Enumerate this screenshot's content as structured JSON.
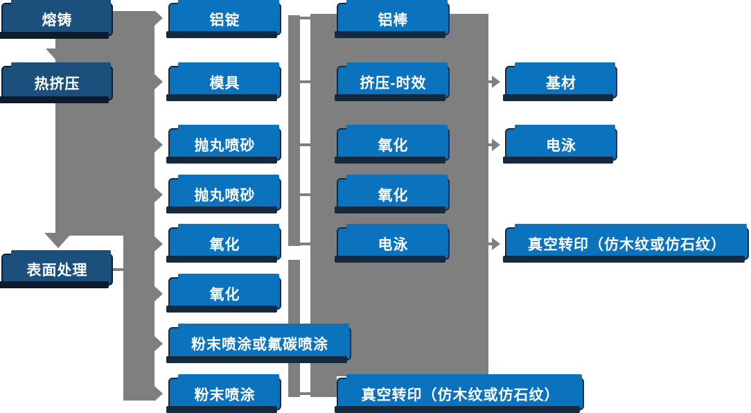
{
  "diagram_type": "aluminium-profile-process-flowchart",
  "colors": {
    "node_fill": "#0b72bd",
    "stage_fill": "#1b4f7c",
    "node_border": "#152a3e",
    "connector_gray": "#7f7f7f",
    "text": "#ffffff",
    "background": "#ffffff"
  },
  "nodes": {
    "col1": [
      {
        "label": "熔铸"
      },
      {
        "label": "热挤压"
      },
      {
        "label": "表面处理"
      }
    ],
    "col2": [
      {
        "label": "铝锭"
      },
      {
        "label": "模具"
      },
      {
        "label": "抛丸喷砂"
      },
      {
        "label": "抛丸喷砂"
      },
      {
        "label": "氧化"
      },
      {
        "label": "氧化"
      },
      {
        "label": "粉末喷涂或氟碳喷涂"
      },
      {
        "label": "粉末喷涂"
      }
    ],
    "col3": [
      {
        "label": "铝棒"
      },
      {
        "label": "挤压-时效"
      },
      {
        "label": "氧化"
      },
      {
        "label": "氧化"
      },
      {
        "label": "电泳"
      },
      {
        "label": "真空转印（仿木纹或仿石纹）"
      }
    ],
    "col4": [
      {
        "label": "基材"
      },
      {
        "label": "电泳"
      },
      {
        "label": "真空转印（仿木纹或仿石纹）"
      }
    ]
  },
  "connectors": {
    "down_arrows": [
      "熔铸 → 热挤压",
      "热挤压/流程 → 表面处理"
    ],
    "left_trunk_right_arrows_to": [
      "铝锭",
      "模具",
      "抛丸喷砂",
      "抛丸喷砂",
      "氧化",
      "氧化",
      "粉末喷涂或氟碳喷涂",
      "粉末喷涂"
    ],
    "panel_right_arrows_to": [
      "基材",
      "电泳",
      "真空转印（仿木纹或仿石纹）"
    ],
    "bottom_link": "粉末喷涂 → 真空转印（仿木纹或仿石纹）",
    "surface_treatment_link": "表面处理 → 竖向干线"
  }
}
